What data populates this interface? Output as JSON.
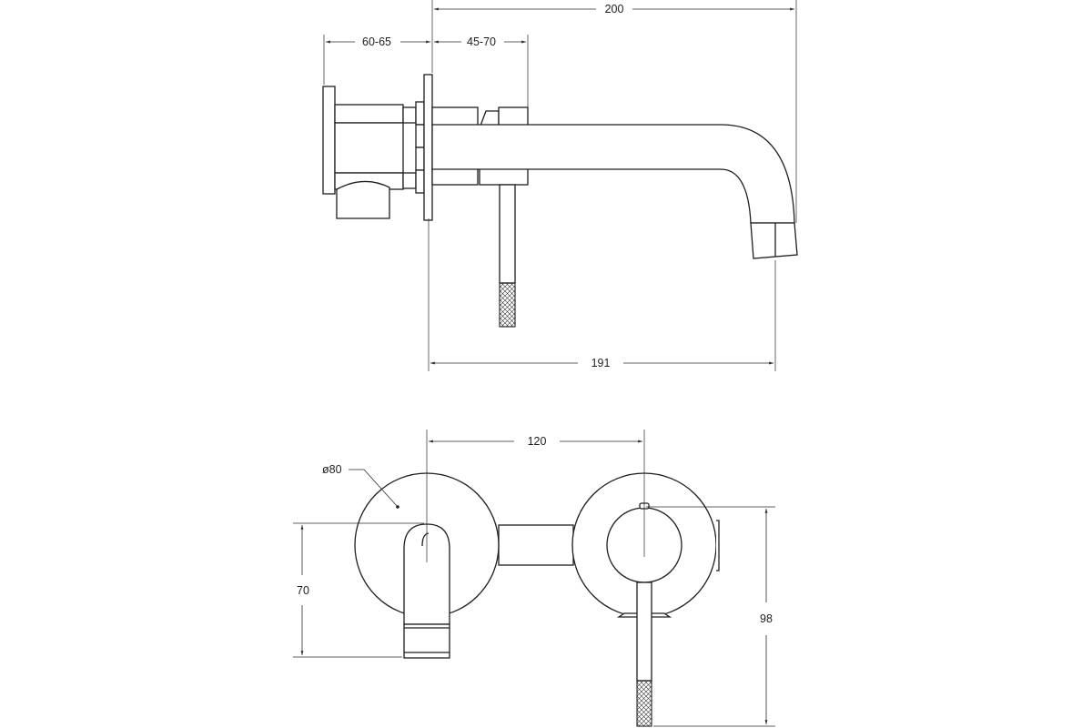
{
  "dimensions": {
    "side_view": {
      "overall_length": "200",
      "body_depth": "60-65",
      "valve_offset": "45-70",
      "spout_reach": "191"
    },
    "front_view": {
      "center_distance": "120",
      "rosette_diameter": "ø80",
      "spout_height": "70",
      "lever_height": "98"
    }
  }
}
